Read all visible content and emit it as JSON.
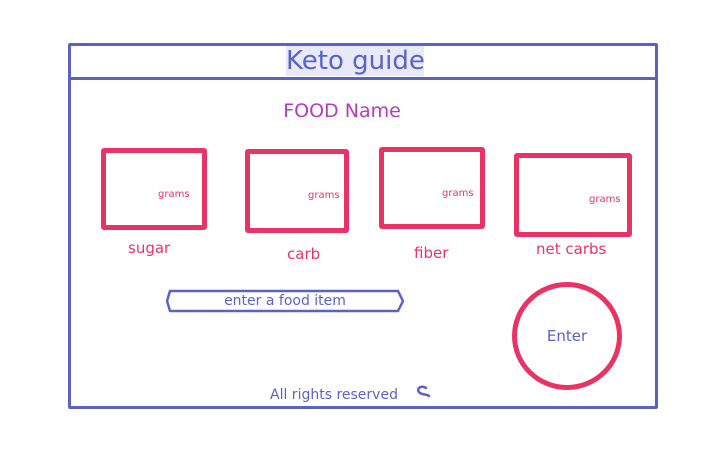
{
  "app": {
    "title": "Keto guide"
  },
  "food": {
    "name": "FOOD Name"
  },
  "nutrients": [
    {
      "label": "sugar",
      "unit": "grams"
    },
    {
      "label": "carb",
      "unit": "grams"
    },
    {
      "label": "fiber",
      "unit": "grams"
    },
    {
      "label": "net carbs",
      "unit": "grams"
    }
  ],
  "search": {
    "placeholder": "enter a food item"
  },
  "actions": {
    "enter_label": "Enter"
  },
  "footer": {
    "text": "All rights reserved"
  },
  "colors": {
    "frame": "#5a62c6",
    "accent": "#ea3365",
    "food_name": "#b43cbf",
    "title_highlight": "#e8e9f6"
  }
}
